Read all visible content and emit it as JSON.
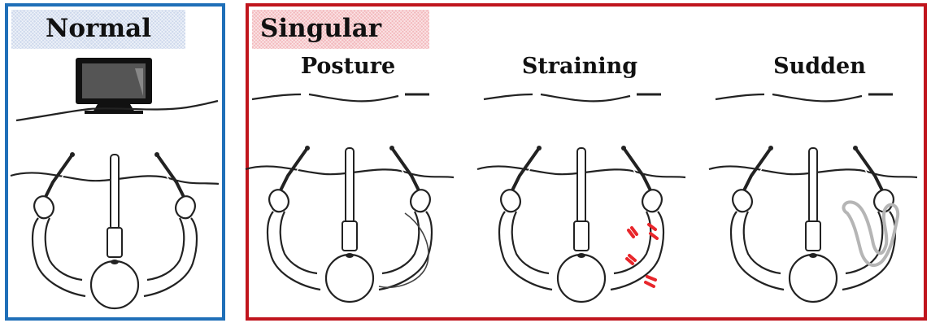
{
  "normal_panel": {
    "label": "Normal"
  },
  "singular_panel": {
    "label": "Singular",
    "conditions": [
      "Posture",
      "Straining",
      "Sudden"
    ]
  },
  "colors": {
    "normal_border": "#1f6fb8",
    "singular_border": "#c0151d",
    "normal_label_bg": "#cdd8ec",
    "singular_label_bg": "#f3b9bd",
    "strain_marks": "#e8262b",
    "sudden_ghost_arm": "#b5b5b5"
  },
  "icons": [
    "monitor-icon",
    "surgeon-top-view",
    "strain-marks",
    "ghost-arm"
  ]
}
